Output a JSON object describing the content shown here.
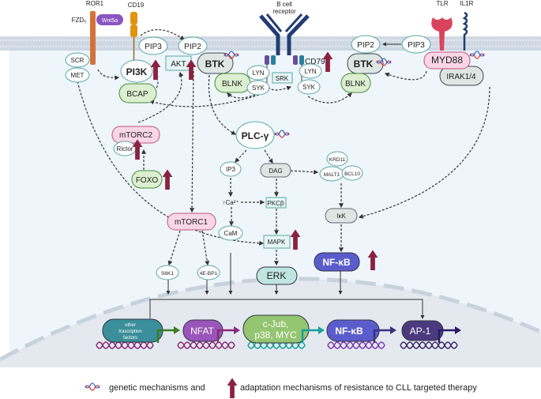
{
  "receptors": {
    "ror1": "ROR1",
    "fzd": "FZD₆",
    "wnt5a": "Wnt5a",
    "cd19": "CD19",
    "bcr_line1": "B cell",
    "bcr_line2": "receptor",
    "cd79": "CD79",
    "tlr": "TLR",
    "il1r": "IL1R"
  },
  "nodes": {
    "scr": "SCR",
    "met": "MET",
    "pip3_left": "PIP3",
    "pip2_left": "PIP2",
    "pi3k": "PI3K",
    "akt": "AKT",
    "btk_left": "BTK",
    "blnk_left": "BLNK",
    "bcap": "BCAP",
    "lyn_left": "LYN",
    "syk_left": "SYK",
    "srk": "SRK",
    "lyn_right": "LYN",
    "syk_right": "SYK",
    "pip2_right": "PIP2",
    "pip3_right": "PIP3",
    "btk_right": "BTK",
    "blnk_right": "BLNK",
    "myd88": "MYD88",
    "irak": "IRAK1/4",
    "mtorc2": "mTORC2",
    "rictor": "Rictor",
    "foxo": "FOXO",
    "plcg": "PLC-γ",
    "ip3": "IP3",
    "dag": "DAG",
    "krd11": "KRD11",
    "malt1": "MALT1",
    "bcl10": "BCL10",
    "ca": "↑Ca²⁺",
    "pkcb": "PKCβ",
    "cam": "CaM",
    "ikk": "IκK",
    "mtorc1": "mTORC1",
    "mapk": "MAPK",
    "nfkb_cyto": "NF-κB",
    "s6k1": "S6K1",
    "ebp1": "4E-BP1",
    "erk": "ERK"
  },
  "transcription": {
    "other_line1": "other",
    "other_line2": "trascription",
    "other_line3": "factors",
    "nfat": "NFAT",
    "cjub_line1": "c-Jub,",
    "cjub_line2": "p38, MYC",
    "nfkb": "NF-κB",
    "ap1": "AP-1"
  },
  "legend": {
    "genetic": "genetic mechanisms and",
    "adaptation": "adaptation mechanisms of resistance to CLL targeted therapy"
  },
  "colors": {
    "adaptation_arrow": "#8b2240",
    "membrane": "#c4cfdc",
    "cytoplasm": "#eef6fb",
    "nucleus": "#e4e9ef",
    "green_node": "#dcefd0",
    "pink_node": "#f9d6e6",
    "grey_node": "#dde6e2",
    "nfkb": "#5b5ccc",
    "ap1": "#4b3a7e"
  }
}
